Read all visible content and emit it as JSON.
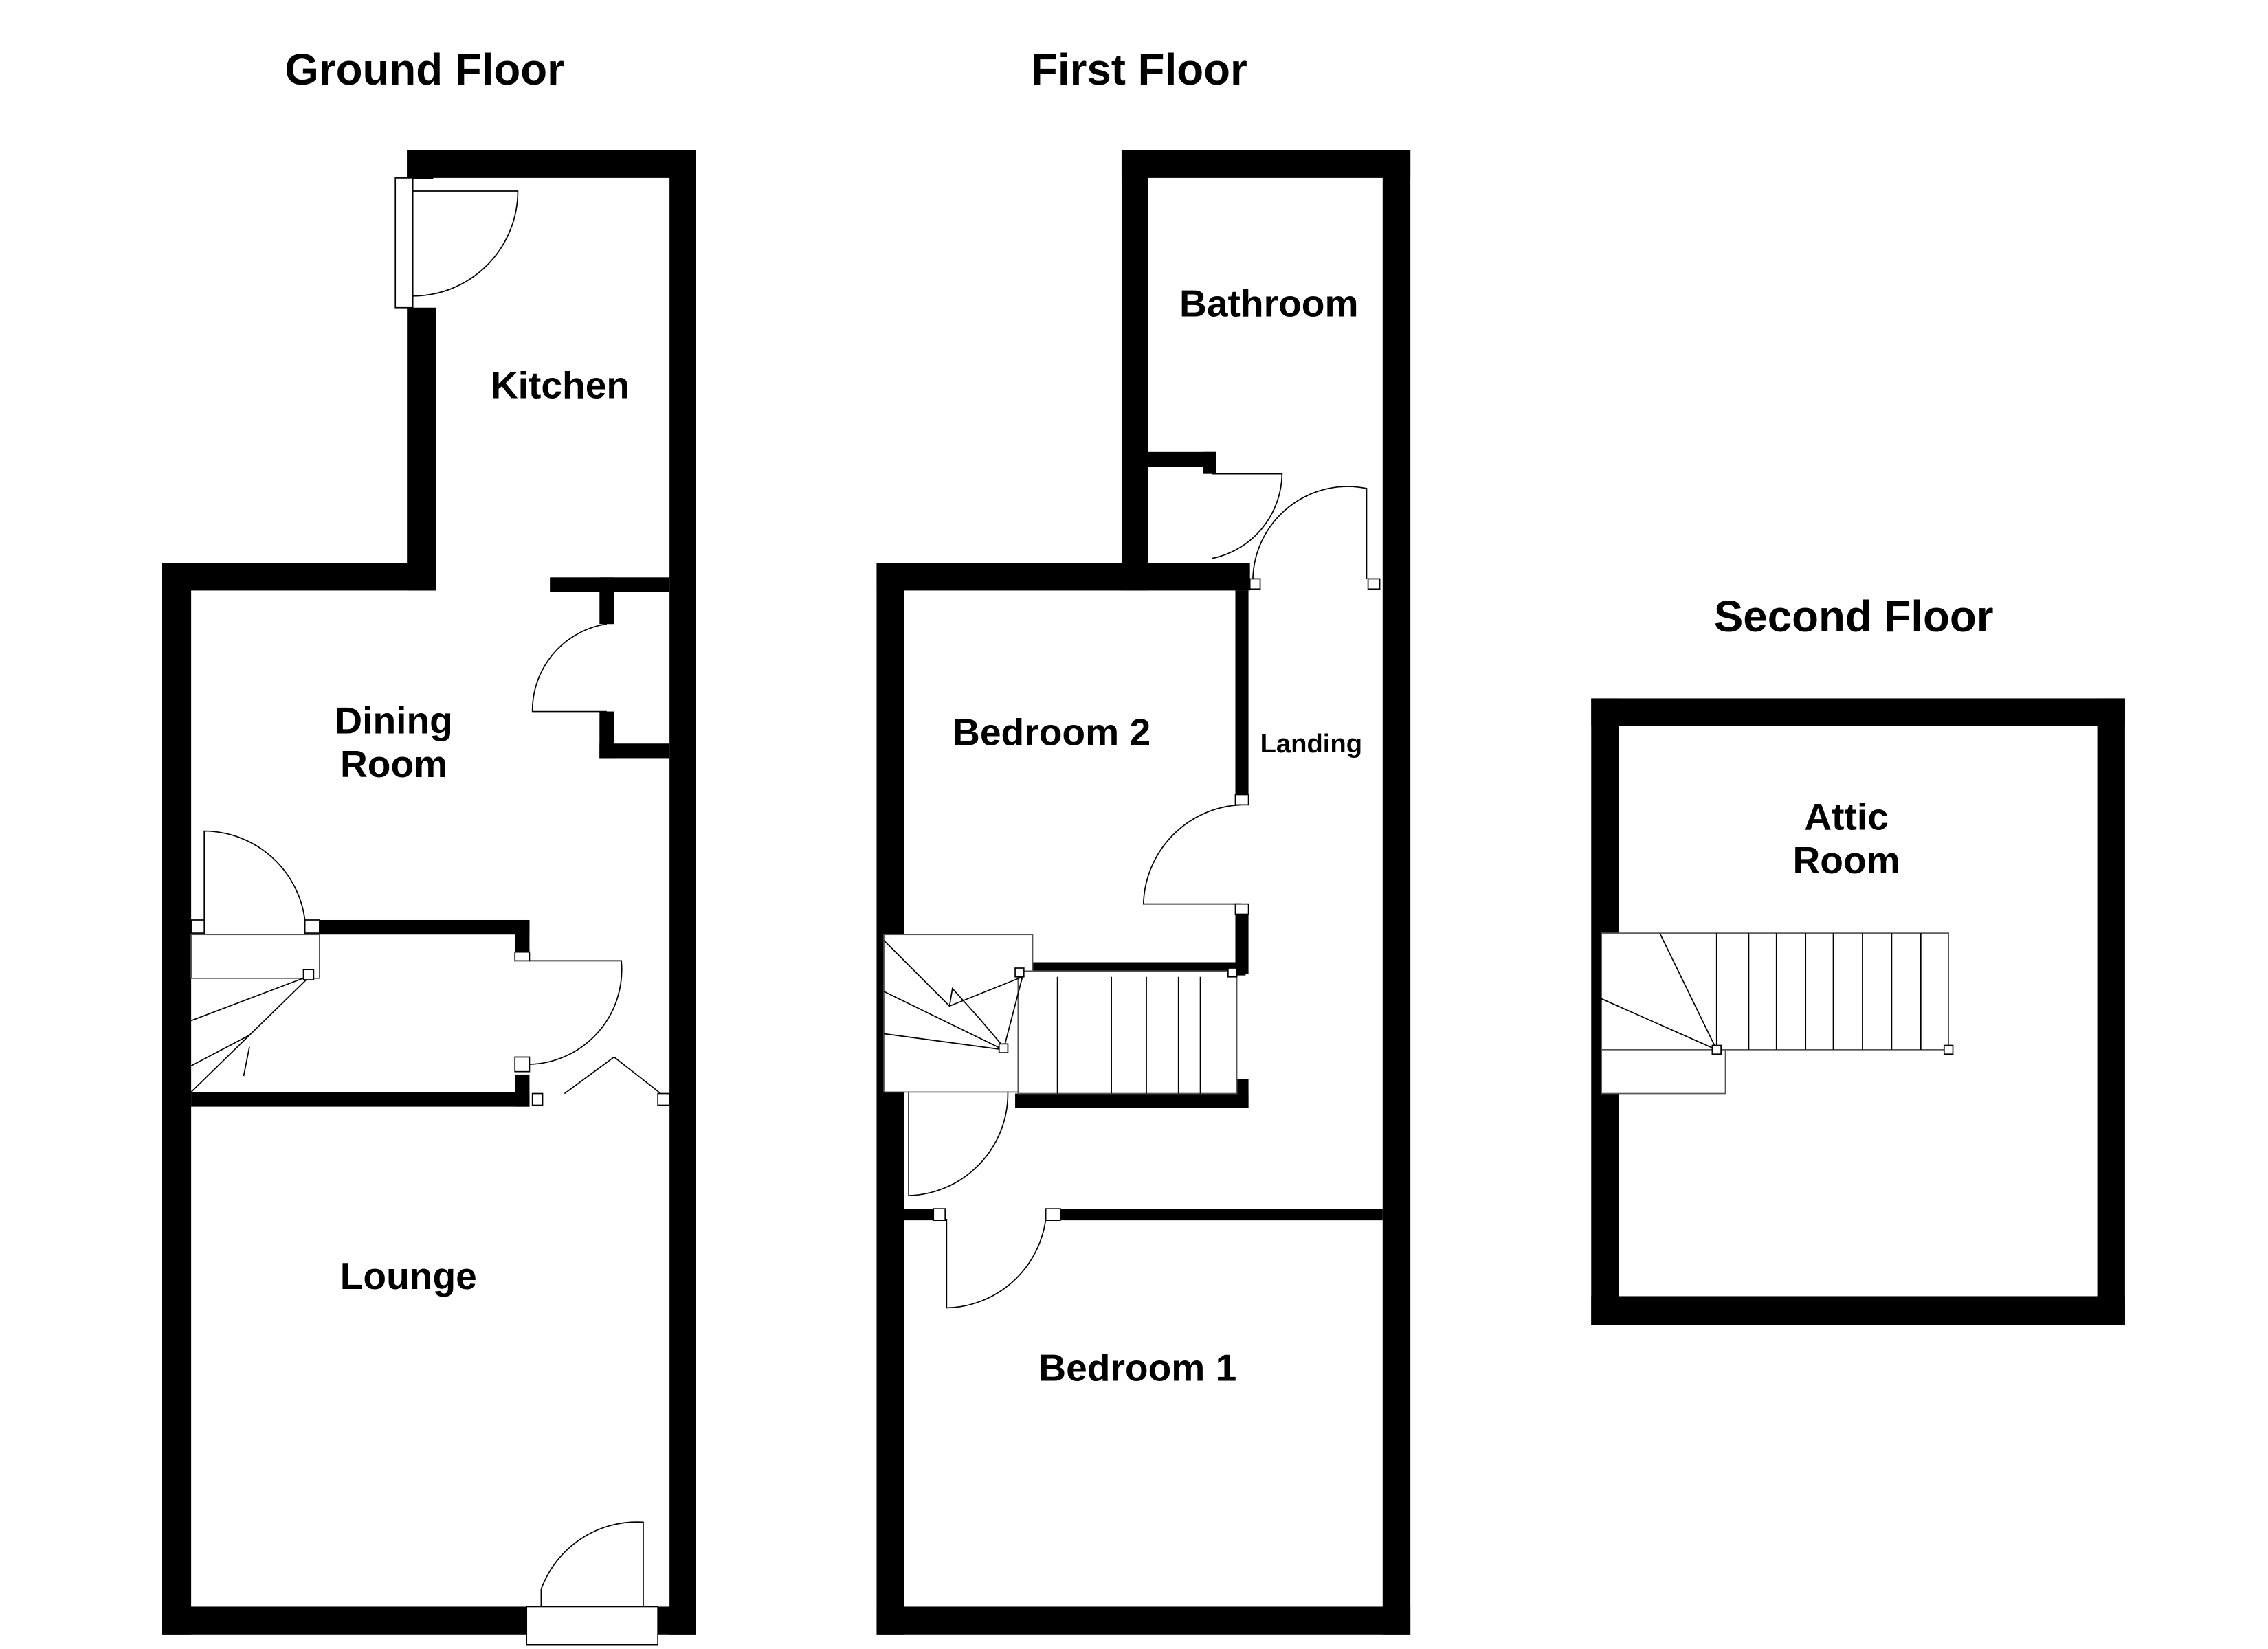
{
  "floors": {
    "ground": {
      "title": "Ground Floor",
      "rooms": {
        "kitchen": "Kitchen",
        "dining_line1": "Dining",
        "dining_line2": "Room",
        "lounge": "Lounge"
      }
    },
    "first": {
      "title": "First Floor",
      "rooms": {
        "bathroom": "Bathroom",
        "bedroom2": "Bedroom 2",
        "landing": "Landing",
        "bedroom1": "Bedroom 1"
      }
    },
    "second": {
      "title": "Second Floor",
      "rooms": {
        "attic_line1": "Attic",
        "attic_line2": "Room"
      }
    }
  },
  "colors": {
    "wall": "#000000",
    "background": "#ffffff"
  }
}
